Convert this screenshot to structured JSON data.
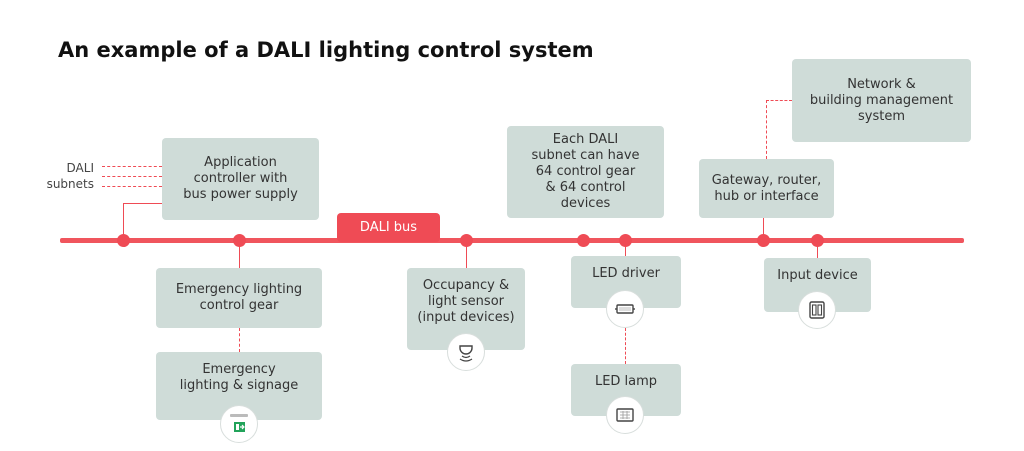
{
  "title": "An example of a DALI lighting control system",
  "side_label": "DALI\nsubnets",
  "bus_label": "DALI bus",
  "boxes": {
    "app_controller": "Application\ncontroller with\nbus power supply",
    "emergency_gear": "Emergency lighting\ncontrol gear",
    "emergency_signage": "Emergency\nlighting & signage",
    "occupancy_sensor": "Occupancy &\nlight sensor\n(input devices)",
    "subnet_info": "Each DALI\nsubnet can have\n64 control gear\n& 64 control\ndevices",
    "led_driver": "LED driver",
    "led_lamp": "LED lamp",
    "gateway": "Gateway, router,\nhub or interface",
    "network": "Network &\nbuilding management\nsystem",
    "input_device": "Input device"
  },
  "icons": {
    "emergency_signage": "exit-sign-icon",
    "occupancy_sensor": "sensor-icon",
    "led_driver": "led-driver-icon",
    "led_lamp": "led-panel-icon",
    "input_device": "switch-icon"
  },
  "colors": {
    "bus": "#ef4b55",
    "box": "#cfdcd8"
  }
}
